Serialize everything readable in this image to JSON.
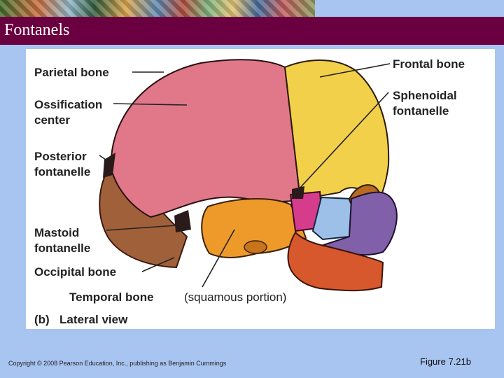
{
  "slide": {
    "title": "Fontanels",
    "copyright": "Copyright © 2008 Pearson Education, Inc., publishing as Benjamin Cummings",
    "figure_ref": "Figure 7.21b"
  },
  "labels": {
    "parietal_bone": "Parietal bone",
    "ossification_center_1": "Ossification",
    "ossification_center_2": "center",
    "posterior_fontanelle_1": "Posterior",
    "posterior_fontanelle_2": "fontanelle",
    "mastoid_fontanelle_1": "Mastoid",
    "mastoid_fontanelle_2": "fontanelle",
    "occipital_bone": "Occipital bone",
    "temporal_bone": "Temporal bone",
    "temporal_bone_detail": "(squamous portion)",
    "frontal_bone": "Frontal bone",
    "sphenoidal_fontanelle_1": "Sphenoidal",
    "sphenoidal_fontanelle_2": "fontanelle",
    "view_letter": "(b)",
    "view_name": "Lateral view"
  },
  "colors": {
    "parietal": "#e0788a",
    "frontal": "#f2d04a",
    "occipital": "#a0603a",
    "temporal": "#ee9a2a",
    "sphenoid": "#d63c8c",
    "mandible": "#d8582e",
    "maxilla": "#8060a8",
    "nasal": "#9cc0e8",
    "title_bar": "#6b0040",
    "slide_bg": "#a8c4f0"
  }
}
